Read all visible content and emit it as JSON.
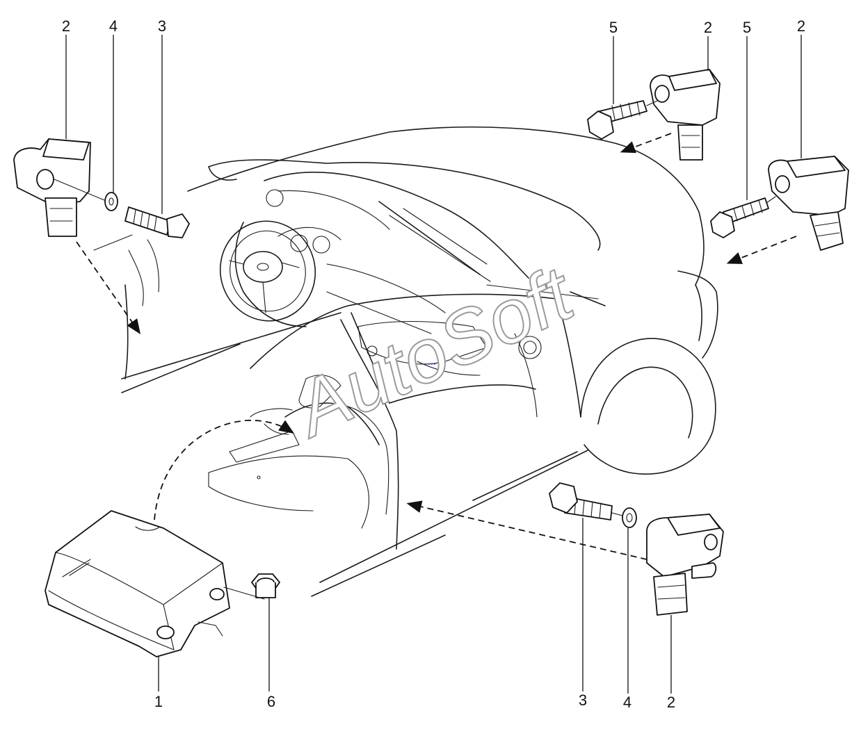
{
  "watermark": "AutoSoft",
  "callouts": [
    "1",
    "2",
    "3",
    "4",
    "5",
    "6"
  ],
  "colors": {
    "line": "#111111",
    "background": "#ffffff",
    "watermark_stroke": "#9a9a9a",
    "accent_dot": "#3b57d8"
  }
}
